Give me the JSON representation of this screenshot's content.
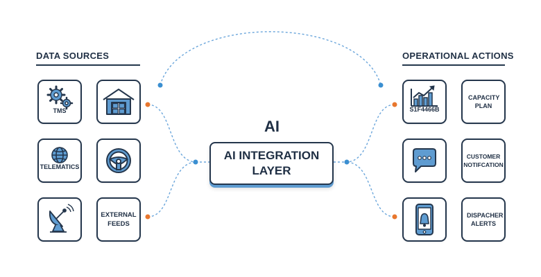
{
  "diagram": {
    "left_heading": "DATA SOURCES",
    "right_heading": "OPERATIONAL ACTIONS",
    "center": {
      "badge": "AI",
      "title": "AI INTEGRATION LAYER"
    },
    "data_sources": [
      {
        "label": "TMS",
        "icon": "gears-icon"
      },
      {
        "label": "",
        "icon": "warehouse-icon"
      },
      {
        "label": "TELEMATICS",
        "icon": "globe-icon"
      },
      {
        "label": "",
        "icon": "steering-wheel-icon"
      },
      {
        "label": "",
        "icon": "satellite-dish-icon"
      },
      {
        "label": "EXTERNAL FEEDS",
        "icon": ""
      }
    ],
    "actions": [
      {
        "label": "S1F4466B",
        "icon": "bar-chart-icon"
      },
      {
        "label": "CAPACITY PLAN",
        "icon": ""
      },
      {
        "label": "",
        "icon": "chat-bubble-icon"
      },
      {
        "label": "CUSTOMER NOTIFCATION",
        "icon": ""
      },
      {
        "label": "",
        "icon": "phone-alert-icon"
      },
      {
        "label": "DISPACHER ALERTS",
        "icon": ""
      }
    ],
    "colors": {
      "dark": "#24364c",
      "accent_blue": "#5f9cd1",
      "connector_dot": "#3b8fd1",
      "orange_dot": "#e8772e"
    }
  }
}
